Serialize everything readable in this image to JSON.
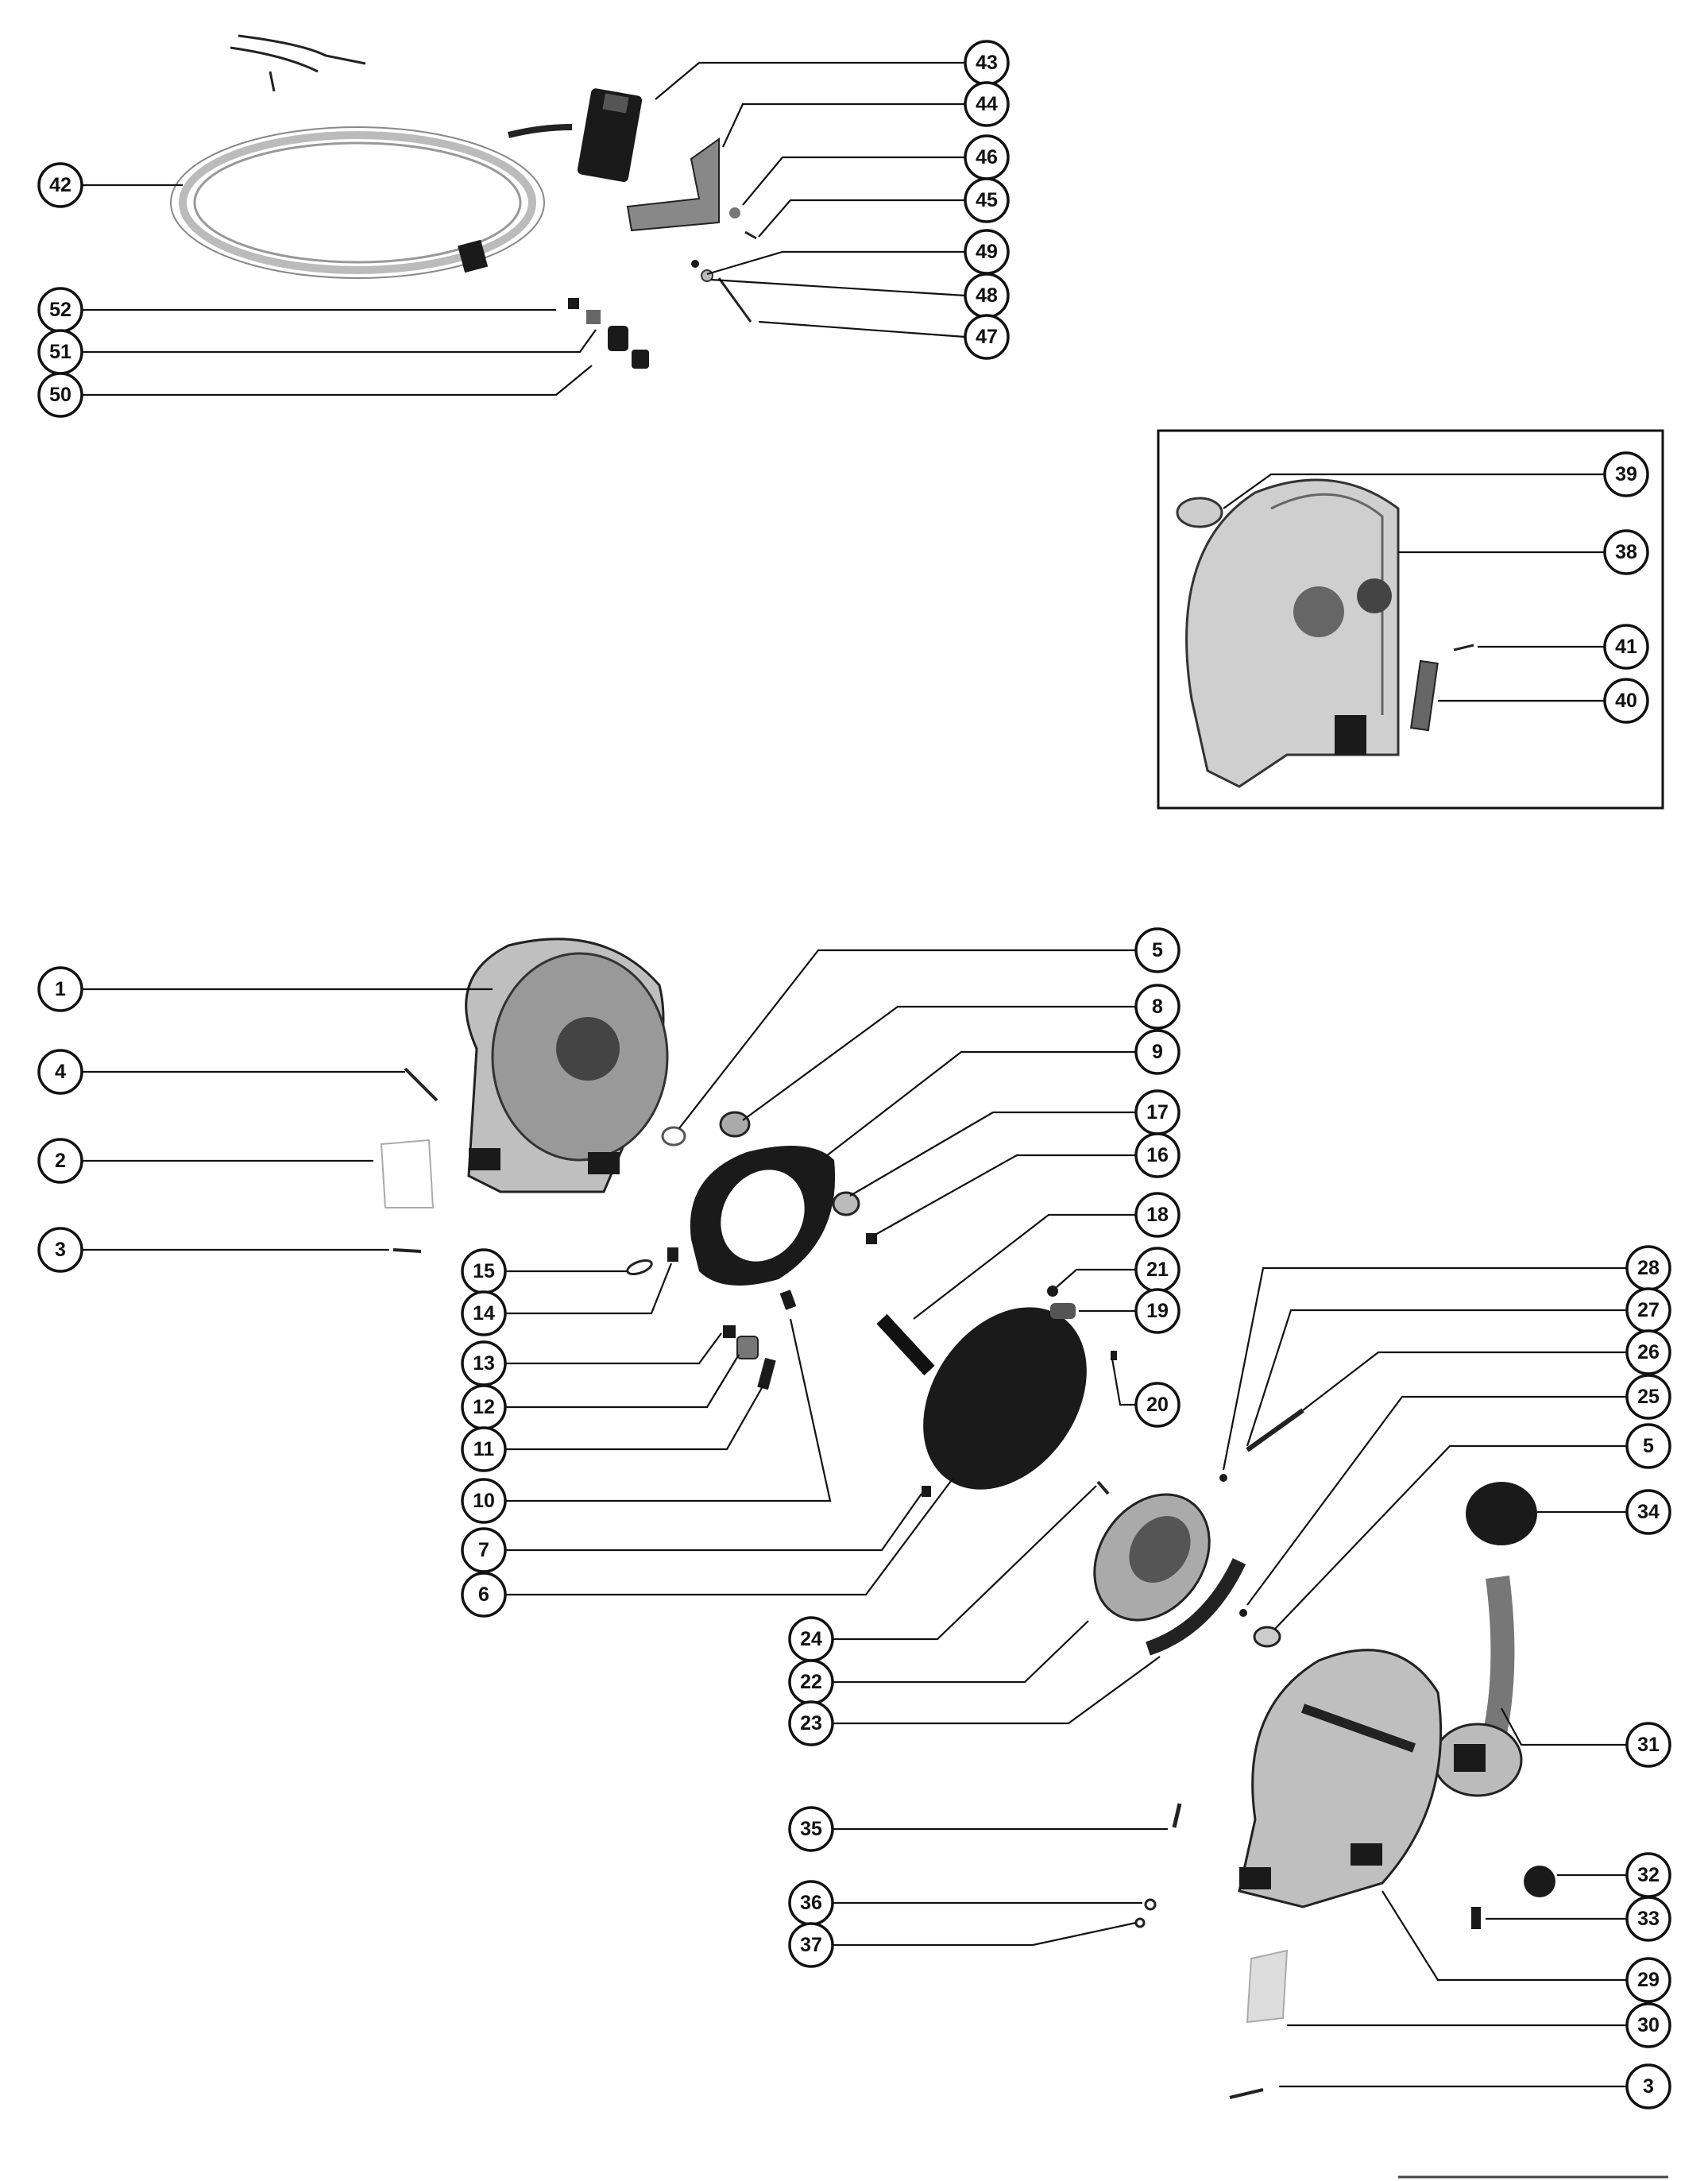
{
  "diagram": {
    "callouts": [
      {
        "label": "43"
      },
      {
        "label": "44"
      },
      {
        "label": "46"
      },
      {
        "label": "45"
      },
      {
        "label": "49"
      },
      {
        "label": "48"
      },
      {
        "label": "47"
      },
      {
        "label": "42"
      },
      {
        "label": "52"
      },
      {
        "label": "51"
      },
      {
        "label": "50"
      },
      {
        "label": "39"
      },
      {
        "label": "38"
      },
      {
        "label": "41"
      },
      {
        "label": "40"
      },
      {
        "label": "1"
      },
      {
        "label": "4"
      },
      {
        "label": "2"
      },
      {
        "label": "3"
      },
      {
        "label": "5"
      },
      {
        "label": "8"
      },
      {
        "label": "9"
      },
      {
        "label": "17"
      },
      {
        "label": "16"
      },
      {
        "label": "18"
      },
      {
        "label": "21"
      },
      {
        "label": "19"
      },
      {
        "label": "20"
      },
      {
        "label": "15"
      },
      {
        "label": "14"
      },
      {
        "label": "13"
      },
      {
        "label": "12"
      },
      {
        "label": "11"
      },
      {
        "label": "10"
      },
      {
        "label": "7"
      },
      {
        "label": "6"
      },
      {
        "label": "28"
      },
      {
        "label": "27"
      },
      {
        "label": "26"
      },
      {
        "label": "25"
      },
      {
        "label": "5"
      },
      {
        "label": "34"
      },
      {
        "label": "24"
      },
      {
        "label": "22"
      },
      {
        "label": "23"
      },
      {
        "label": "31"
      },
      {
        "label": "35"
      },
      {
        "label": "36"
      },
      {
        "label": "37"
      },
      {
        "label": "32"
      },
      {
        "label": "33"
      },
      {
        "label": "29"
      },
      {
        "label": "30"
      },
      {
        "label": "3"
      }
    ]
  }
}
